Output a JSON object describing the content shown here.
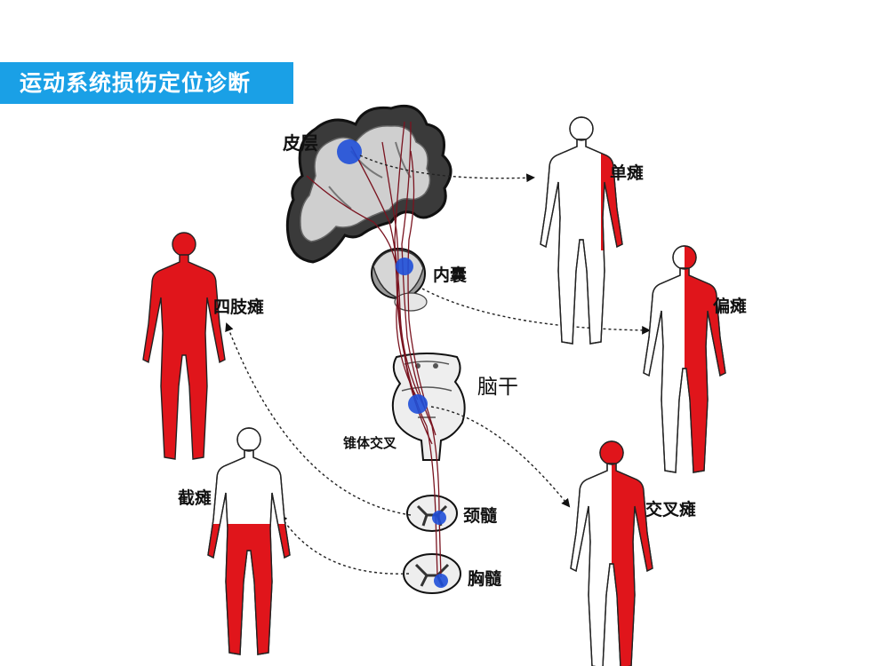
{
  "title": "运动系统损伤定位诊断",
  "colors": {
    "accent": "#1aa0e6",
    "paralysis": "#e0151b",
    "lesion": "#1f4fd8",
    "tract": "#7a1420"
  },
  "icons": {
    "cortex": "brain-cortex-icon",
    "capsule": "internal-capsule-icon",
    "brainstem": "brainstem-icon",
    "cord": "spinal-cord-cross-section-icon",
    "body": "human-figure-icon"
  },
  "labels": {
    "cortex": "皮层",
    "internal_capsule": "内囊",
    "brainstem": "脑干",
    "decussation": "锥体交叉",
    "cervical_cord": "颈髓",
    "thoracic_cord": "胸髓",
    "monoplegia": "单瘫",
    "hemiplegia": "偏瘫",
    "quadriplegia": "四肢瘫",
    "cruciate_hemiplegia": "交叉瘫",
    "paraplegia": "截瘫"
  }
}
